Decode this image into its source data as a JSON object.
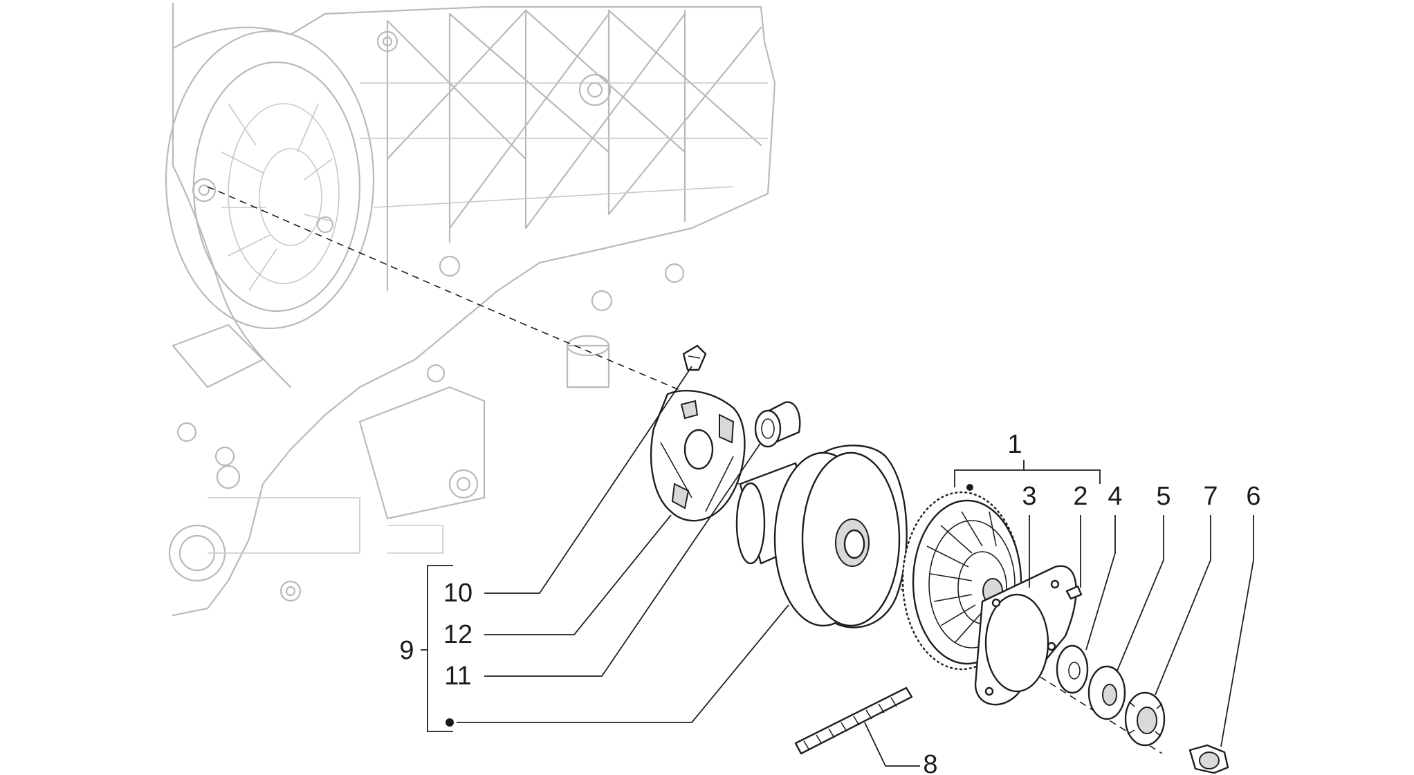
{
  "diagram": {
    "callouts": [
      {
        "id": "c1",
        "label": "1"
      },
      {
        "id": "c2",
        "label": "2"
      },
      {
        "id": "c3",
        "label": "3"
      },
      {
        "id": "c4",
        "label": "4"
      },
      {
        "id": "c5",
        "label": "5"
      },
      {
        "id": "c6",
        "label": "6"
      },
      {
        "id": "c7",
        "label": "7"
      },
      {
        "id": "c8",
        "label": "8"
      },
      {
        "id": "c9",
        "label": "9"
      },
      {
        "id": "c10",
        "label": "10"
      },
      {
        "id": "c11",
        "label": "11"
      },
      {
        "id": "c12",
        "label": "12"
      }
    ],
    "line_color": "#1e1e1e",
    "housing_color": "#b9b9b9"
  }
}
